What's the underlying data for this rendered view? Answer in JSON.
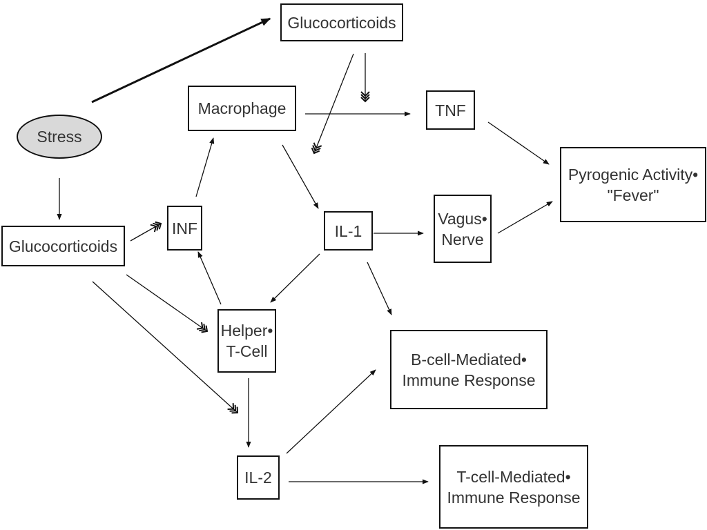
{
  "nodes": {
    "stress": "Stress",
    "gluco_top": "Glucocorticoids",
    "gluco_left": "Glucocorticoids",
    "macrophage": "Macrophage",
    "tnf": "TNF",
    "pyrogenic": {
      "line1": "Pyrogenic Activity•",
      "line2": "\"Fever\""
    },
    "inf": "INF",
    "il1": "IL-1",
    "vagus": {
      "line1": "Vagus•",
      "line2": "Nerve"
    },
    "helper": {
      "line1": "Helper•",
      "line2": "T-Cell"
    },
    "bcell": {
      "line1": "B-cell-Mediated•",
      "line2": "Immune Response"
    },
    "il2": "IL-2",
    "tcell": {
      "line1": "T-cell-Mediated•",
      "line2": "Immune Response"
    }
  },
  "edges": [
    {
      "from": "stress",
      "to": "gluco_top",
      "type": "stimulate",
      "bold": true
    },
    {
      "from": "stress",
      "to": "gluco_left",
      "type": "stimulate"
    },
    {
      "from": "gluco_top",
      "to": "macrophage_tnf_path",
      "type": "inhibit"
    },
    {
      "from": "gluco_top",
      "to": "macrophage_il1_path",
      "type": "inhibit"
    },
    {
      "from": "macrophage",
      "to": "tnf",
      "type": "stimulate"
    },
    {
      "from": "tnf",
      "to": "pyrogenic",
      "type": "stimulate"
    },
    {
      "from": "macrophage",
      "to": "il1",
      "type": "stimulate"
    },
    {
      "from": "il1",
      "to": "vagus",
      "type": "stimulate"
    },
    {
      "from": "vagus",
      "to": "pyrogenic",
      "type": "stimulate"
    },
    {
      "from": "il1",
      "to": "helper",
      "type": "stimulate"
    },
    {
      "from": "il1",
      "to": "bcell",
      "type": "stimulate"
    },
    {
      "from": "gluco_left",
      "to": "inf",
      "type": "inhibit"
    },
    {
      "from": "gluco_left",
      "to": "helper",
      "type": "inhibit"
    },
    {
      "from": "gluco_left",
      "to": "il2",
      "type": "inhibit"
    },
    {
      "from": "inf",
      "to": "macrophage",
      "type": "stimulate"
    },
    {
      "from": "helper",
      "to": "inf",
      "type": "stimulate"
    },
    {
      "from": "helper",
      "to": "il2",
      "type": "stimulate"
    },
    {
      "from": "il2",
      "to": "bcell",
      "type": "stimulate"
    },
    {
      "from": "il2",
      "to": "tcell",
      "type": "stimulate"
    }
  ]
}
